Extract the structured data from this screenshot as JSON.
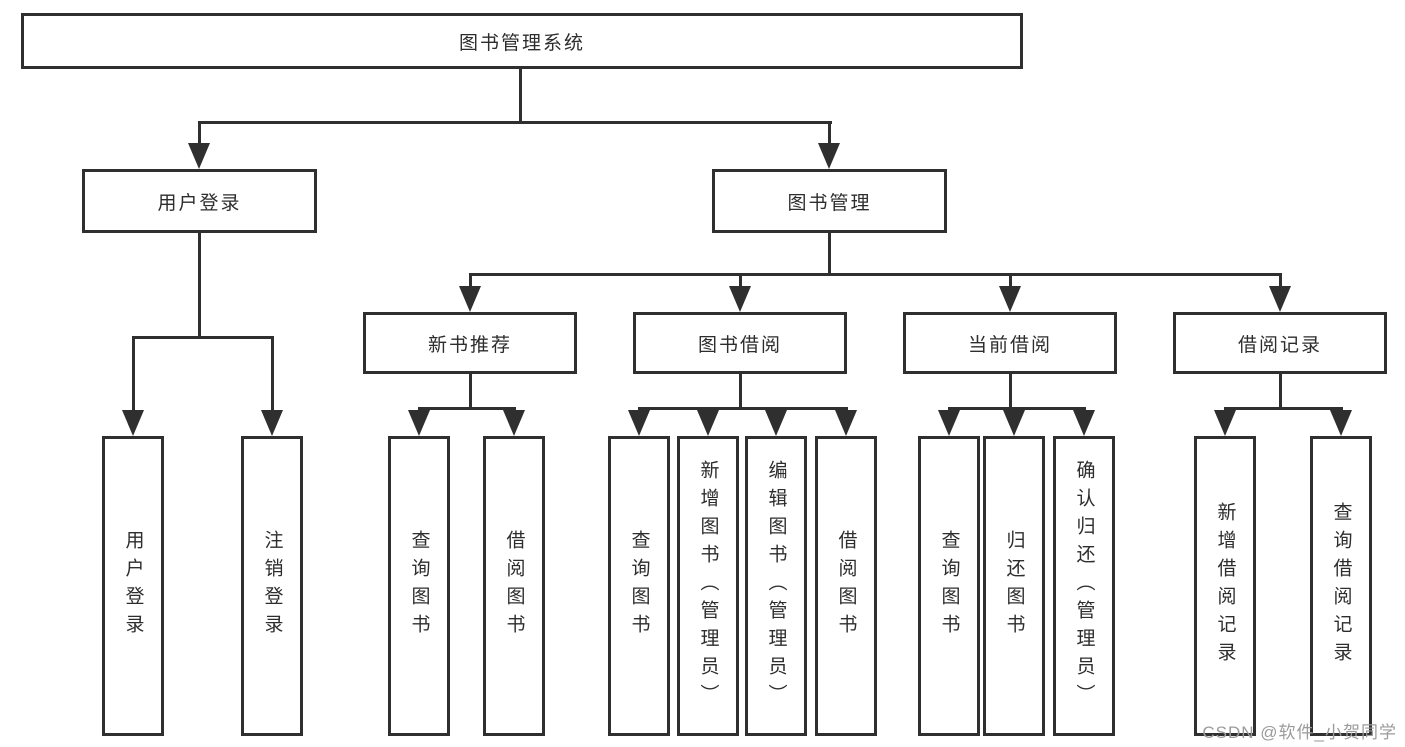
{
  "diagram": {
    "root": {
      "label": "图书管理系统"
    },
    "level2": [
      {
        "label": "用户登录"
      },
      {
        "label": "图书管理"
      }
    ],
    "level3": [
      {
        "label": "新书推荐"
      },
      {
        "label": "图书借阅"
      },
      {
        "label": "当前借阅"
      },
      {
        "label": "借阅记录"
      }
    ],
    "leaves": [
      {
        "label": "用户登录"
      },
      {
        "label": "注销登录"
      },
      {
        "label": "查询图书"
      },
      {
        "label": "借阅图书"
      },
      {
        "label": "查询图书"
      },
      {
        "label": "新增图书（管理员）"
      },
      {
        "label": "编辑图书（管理员）"
      },
      {
        "label": "借阅图书"
      },
      {
        "label": "查询图书"
      },
      {
        "label": "归还图书"
      },
      {
        "label": "确认归还（管理员）"
      },
      {
        "label": "新增借阅记录"
      },
      {
        "label": "查询借阅记录"
      }
    ]
  },
  "watermark": {
    "text": "CSDN @软件_小贺同学"
  },
  "colors": {
    "line": "#2f2f2f",
    "text": "#2d2d2d",
    "watermark_text": "#9b9b9b",
    "background": "#ffffff"
  }
}
